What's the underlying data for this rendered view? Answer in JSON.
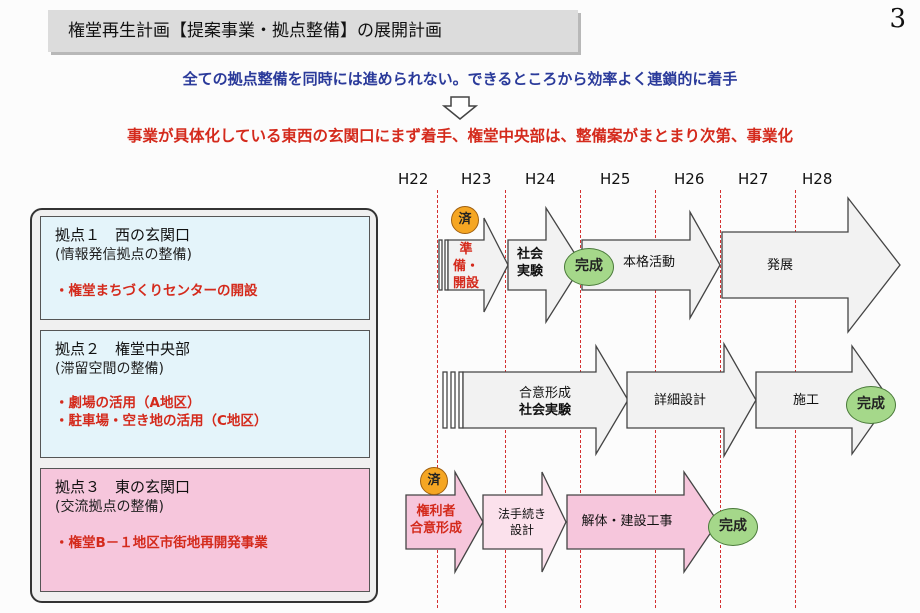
{
  "header": {
    "title": "権堂再生計画【提案事業・拠点整備】の展開計画",
    "page_number": "3"
  },
  "subtitle": "全ての拠点整備を同時には進められない。できるところから効率よく連鎖的に着手",
  "headline": "事業が具体化している東西の玄関口にまず着手、権堂中央部は、整備案がまとまり次第、事業化",
  "years": [
    "H22",
    "H23",
    "H24",
    "H25",
    "H26",
    "H27",
    "H28"
  ],
  "sites": [
    {
      "title": "拠点１　西の玄関口",
      "subtitle": "(情報発信拠点の整備)",
      "items": [
        "・権堂まちづくりセンターの開設"
      ]
    },
    {
      "title": "拠点２　権堂中央部",
      "subtitle": "(滞留空間の整備)",
      "items": [
        "・劇場の活用（A地区）",
        "・駐車場・空き地の活用（C地区）"
      ]
    },
    {
      "title": "拠点３　東の玄関口",
      "subtitle": "(交流拠点の整備)",
      "items": [
        "・権堂B－１地区市街地再開発事業"
      ]
    }
  ],
  "row1": {
    "badge_done": "済",
    "steps": [
      "準備・",
      "開設",
      "社会",
      "実験",
      "本格活動",
      "発展"
    ],
    "completion": "完成"
  },
  "row2": {
    "steps": [
      "合意形成",
      "社会実験",
      "詳細設計",
      "施工"
    ],
    "completion": "完成"
  },
  "row3": {
    "badge_done": "済",
    "steps": [
      "権利者",
      "合意形成",
      "法手続き",
      "設計",
      "解体・建設工事"
    ],
    "completion": "完成"
  },
  "colors": {
    "title_blue": "#2a3a9a",
    "headline_red": "#d42a1c",
    "row_fill": "#f2f2f2",
    "row3_fill": "#f6c6dc",
    "badge_orange": "#f5a623",
    "badge_green": "#a5d88a"
  }
}
